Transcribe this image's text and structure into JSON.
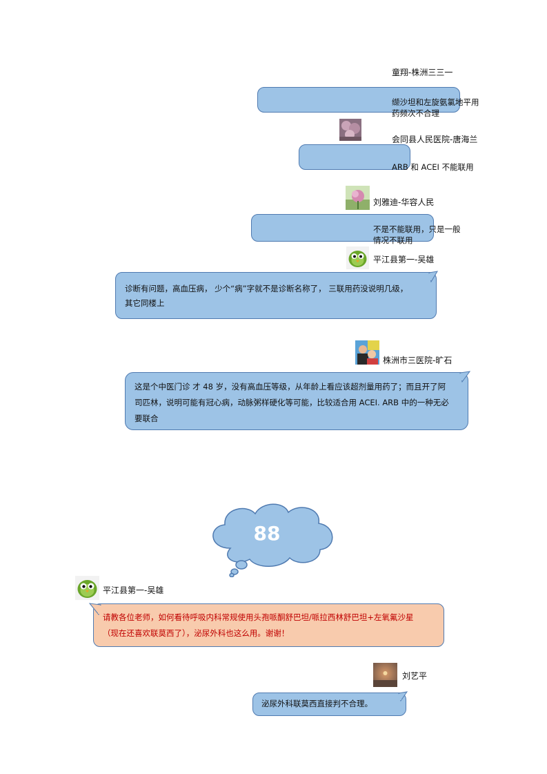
{
  "messages": [
    {
      "name": "童翔-株洲三三一",
      "text": "缬沙坦和左旋氨氯地平用药频次不合理"
    },
    {
      "name": "会同县人民医院-唐海兰",
      "text": "ARB 和 ACEI 不能联用"
    },
    {
      "name": "刘雅迪-华容人民",
      "text": "不是不能联用，只是一般情况不联用"
    },
    {
      "name": "平江县第一-吴雄",
      "text": "诊断有问题，高血压病， 少个“病”字就不是诊断名称了， 三联用药没说明几级，其它同楼上"
    },
    {
      "name": "株洲市三医院-旷石",
      "text": "这是个中医门诊 才 48 岁，没有高血压等级，从年龄上看应该超剂量用药了；而且开了阿司匹林，说明可能有冠心病，动脉粥样硬化等可能，比较适合用 ACEI. ARB 中的一种无必要联合"
    },
    {
      "cloud": "88"
    },
    {
      "name": "平江县第一-吴雄",
      "text": "请教各位老师，如何看待呼吸内科常规使用头孢哌酮舒巴坦/哌拉西林舒巴坦+左氧氟沙星（现在还喜欢联莫西了），泌尿外科也这么用。谢谢！"
    },
    {
      "name": "刘艺平",
      "text": "泌尿外科联莫西直接判不合理。"
    }
  ],
  "colors": {
    "bubble_blue": "#9dc3e6",
    "bubble_blue_border": "#4f7ab0",
    "bubble_peach": "#f8cbad",
    "peach_text": "#c00000",
    "cloud_fill": "#9dc3e6"
  }
}
